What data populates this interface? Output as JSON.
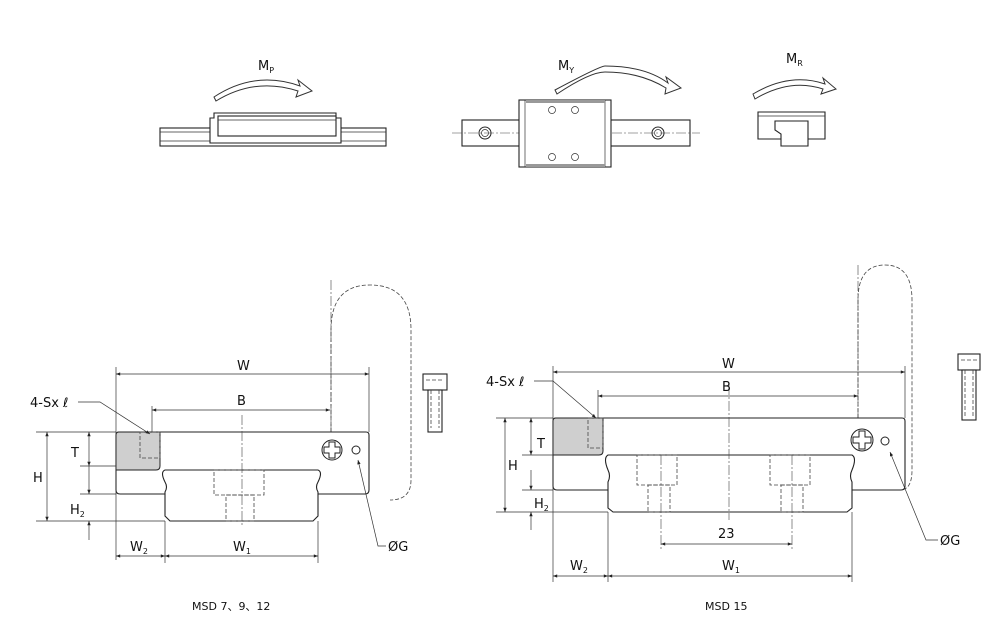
{
  "moments": {
    "pitch": {
      "main": "M",
      "sub": "P"
    },
    "yaw": {
      "main": "M",
      "sub": "Y"
    },
    "roll": {
      "main": "M",
      "sub": "R"
    }
  },
  "left_view": {
    "caption": "MSD 7、9、12",
    "W": "W",
    "B": "B",
    "screw": "4-Sx ℓ",
    "H": "H",
    "T": "T",
    "H2": {
      "main": "H",
      "sub": "2"
    },
    "W1": {
      "main": "W",
      "sub": "1"
    },
    "W2": {
      "main": "W",
      "sub": "2"
    },
    "G": "ØG"
  },
  "right_view": {
    "caption": "MSD 15",
    "W": "W",
    "B": "B",
    "screw": "4-Sx ℓ",
    "H": "H",
    "T": "T",
    "H2": {
      "main": "H",
      "sub": "2"
    },
    "W1": {
      "main": "W",
      "sub": "1"
    },
    "W2": {
      "main": "W",
      "sub": "2"
    },
    "G": "ØG",
    "rail_dim": "23"
  }
}
